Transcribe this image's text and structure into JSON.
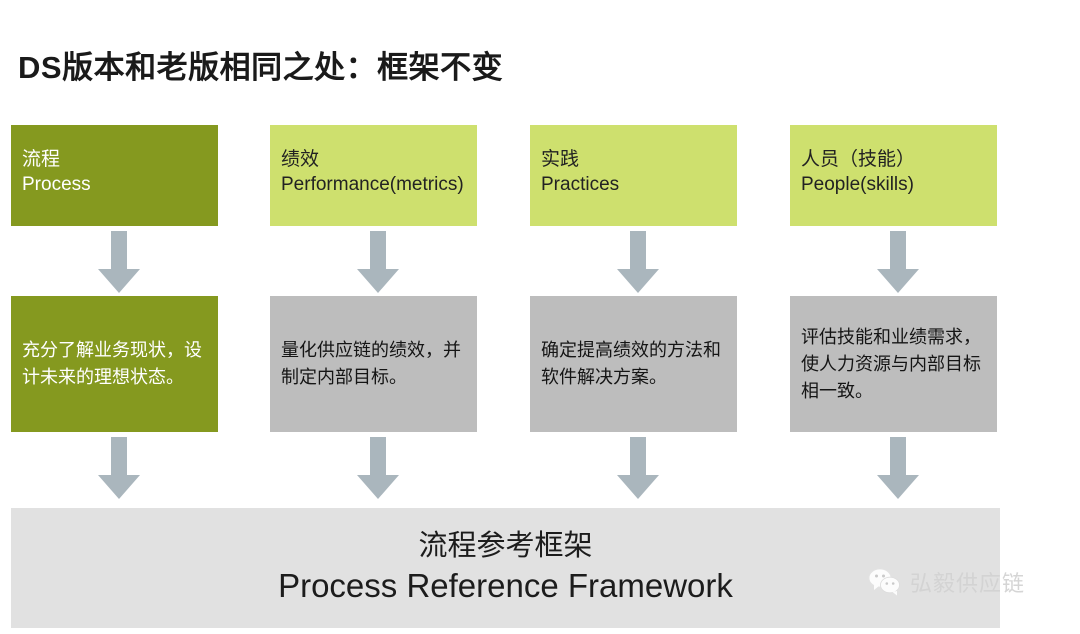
{
  "title": "DS版本和老版相同之处：框架不变",
  "colors": {
    "dark_green": "#85991f",
    "light_green": "#cee06e",
    "gray_box": "#bdbdbd",
    "footer_gray": "#e1e1e1",
    "arrow_gray": "#aab6bd",
    "background": "#ffffff"
  },
  "columns": [
    {
      "id": "process",
      "header_cn": "流程",
      "header_en": "Process",
      "header_style": "dark",
      "detail": "充分了解业务现状，设计未来的理想状态。",
      "detail_style": "dark"
    },
    {
      "id": "performance",
      "header_cn": "绩效",
      "header_en": "Performance(metrics)",
      "header_style": "light",
      "detail": "量化供应链的绩效，并制定内部目标。",
      "detail_style": "light"
    },
    {
      "id": "practices",
      "header_cn": "实践",
      "header_en": "Practices",
      "header_style": "light",
      "detail": "确定提高绩效的方法和软件解决方案。",
      "detail_style": "light"
    },
    {
      "id": "people",
      "header_cn": "人员（技能）",
      "header_en": "People(skills)",
      "header_style": "light",
      "detail": "评估技能和业绩需求，使人力资源与内部目标相一致。",
      "detail_style": "light"
    }
  ],
  "footer": {
    "cn": "流程参考框架",
    "en": "Process Reference Framework"
  },
  "watermark": {
    "icon": "wechat-icon",
    "text": "弘毅供应链"
  },
  "arrows": {
    "icon": "arrow-down-icon",
    "count": 8
  }
}
